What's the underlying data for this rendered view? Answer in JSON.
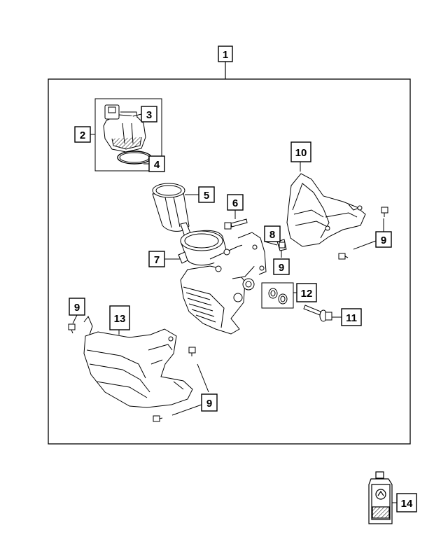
{
  "callouts": [
    {
      "id": "c1",
      "label": "1"
    },
    {
      "id": "c2",
      "label": "2"
    },
    {
      "id": "c3",
      "label": "3"
    },
    {
      "id": "c4",
      "label": "4"
    },
    {
      "id": "c5",
      "label": "5"
    },
    {
      "id": "c6",
      "label": "6"
    },
    {
      "id": "c7",
      "label": "7"
    },
    {
      "id": "c8",
      "label": "8"
    },
    {
      "id": "c9a",
      "label": "9"
    },
    {
      "id": "c9b",
      "label": "9"
    },
    {
      "id": "c9c",
      "label": "9"
    },
    {
      "id": "c9d",
      "label": "9"
    },
    {
      "id": "c10",
      "label": "10"
    },
    {
      "id": "c11",
      "label": "11"
    },
    {
      "id": "c12",
      "label": "12"
    },
    {
      "id": "c13",
      "label": "13"
    },
    {
      "id": "c14",
      "label": "14"
    }
  ]
}
